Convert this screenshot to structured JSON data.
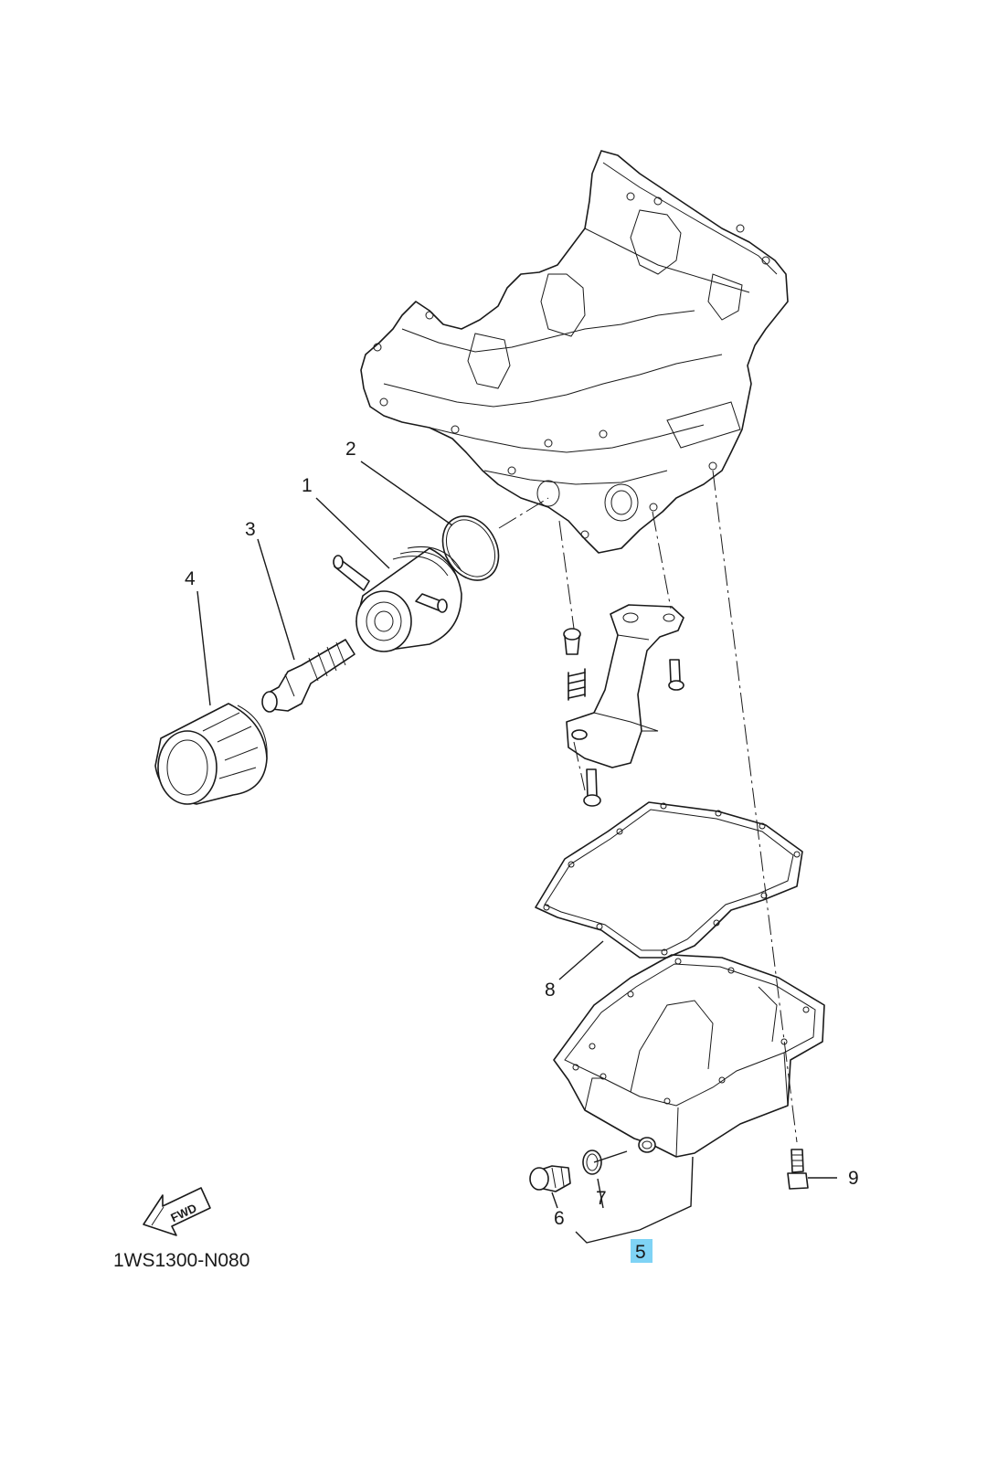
{
  "diagram": {
    "diagram_code": "1WS1300-N080",
    "direction_label": "FWD",
    "highlight_color": "#7fd3f5",
    "callouts": {
      "c1": "1",
      "c2": "2",
      "c3": "3",
      "c4": "4",
      "c5": "5",
      "c6": "6",
      "c7": "7",
      "c8": "8",
      "c9": "9"
    }
  }
}
